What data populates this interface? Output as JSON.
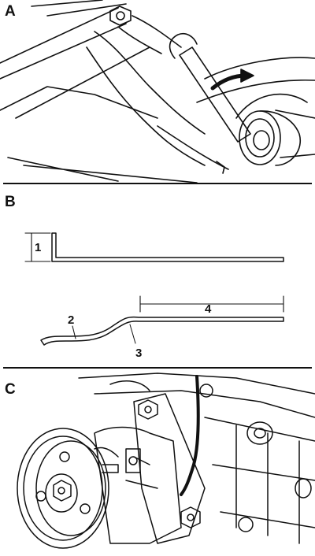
{
  "panels": {
    "a": {
      "label": "A"
    },
    "b": {
      "label": "B",
      "callouts": [
        "1",
        "2",
        "3",
        "4"
      ]
    },
    "c": {
      "label": "C"
    }
  }
}
